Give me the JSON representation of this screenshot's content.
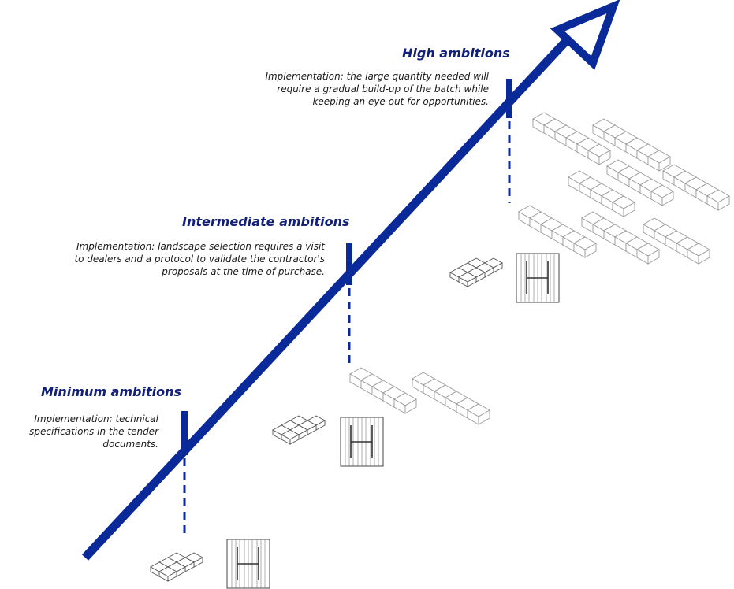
{
  "colors": {
    "arrow": "#0a2a9a",
    "title": "#12207a",
    "text": "#1a1a1a",
    "blocks": "#9a9a9a"
  },
  "levels": [
    {
      "title": "Minimum ambitions",
      "lines": [
        "Implementation: technical",
        "specifications in the tender",
        "documents."
      ]
    },
    {
      "title": "Intermediate ambitions",
      "lines": [
        "Implementation: landscape selection requires a visit",
        "to dealers and a protocol to validate the contractor's",
        "proposals at the time of purchase."
      ]
    },
    {
      "title": "High ambitions",
      "lines": [
        "Implementation: the large quantity needed will",
        "require a gradual build-up of the batch while",
        "keeping an eye out for opportunities."
      ]
    }
  ],
  "icons": [
    "growth-arrow-icon",
    "paving-cluster-icon",
    "wood-panel-icon",
    "stone-block-row-icon"
  ]
}
